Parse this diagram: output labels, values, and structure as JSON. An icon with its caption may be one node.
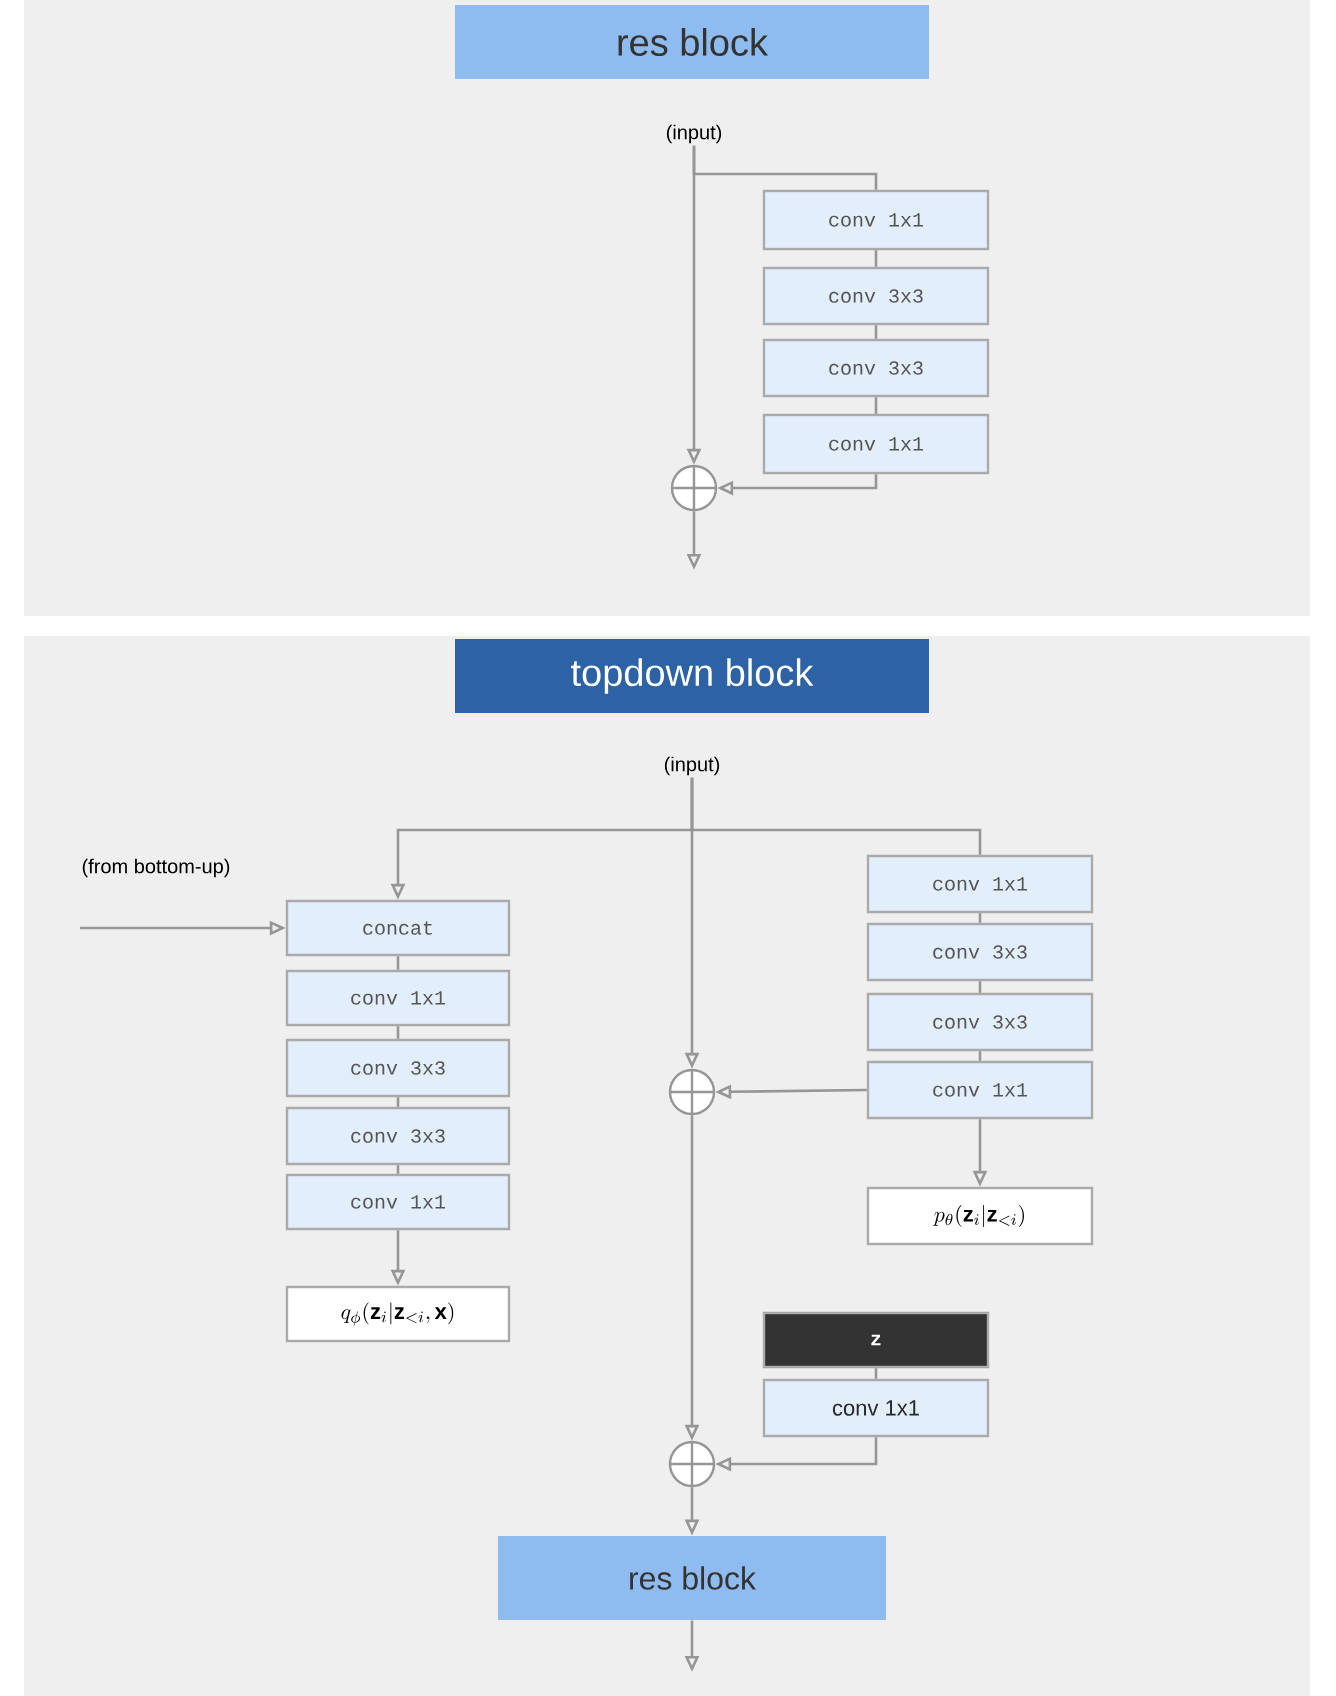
{
  "diagram": {
    "nodes": [
      {
        "text": [
          "res block"
        ]
      },
      {
        "text": [
          "(input)"
        ]
      },
      {
        "text": [
          "conv 1x1"
        ]
      },
      {
        "text": [
          "conv 3x3"
        ]
      },
      {
        "text": [
          "conv 3x3"
        ]
      },
      {
        "text": [
          "conv 1x1"
        ]
      },
      {
        "text": [],
        "shape": "circle"
      },
      {
        "text": [
          "topdown block"
        ]
      },
      {
        "text": [
          "(input)"
        ]
      },
      {
        "text": [
          "concat"
        ]
      },
      {
        "text": [
          "conv 1x1"
        ]
      },
      {
        "text": [
          "conv 3x3"
        ]
      },
      {
        "text": [
          "conv 3x3"
        ]
      },
      {
        "text": [
          "conv 1x1"
        ]
      },
      {
        "text": [
          "q_\\phi(\\mathbf{z}_i|\\mathbf{z}_{<i},\\mathbf{x})"
        ]
      },
      {
        "text": [
          "conv 1x1"
        ]
      },
      {
        "text": [
          "conv 3x3"
        ]
      },
      {
        "text": [
          "conv 3x3"
        ]
      },
      {
        "text": [
          "conv 1x1"
        ]
      },
      {
        "text": [
          "p_\\theta(\\mathbf{z}_i|\\mathbf{z}_{<i})"
        ]
      },
      {
        "text": [],
        "shape": "circle"
      },
      {
        "text": [
          "z"
        ]
      },
      {
        "text": [
          "conv 1x1"
        ]
      },
      {
        "text": [],
        "shape": "circle"
      },
      {
        "text": [
          "res block"
        ]
      }
    ],
    "edges": [
      {
        "from": 1,
        "to": 6,
        "arrow": "to"
      },
      {
        "from": 1,
        "to": 2,
        "arrow": "none"
      },
      {
        "from": 2,
        "to": 3,
        "arrow": "none"
      },
      {
        "from": 3,
        "to": 4,
        "arrow": "none"
      },
      {
        "from": 4,
        "to": 5,
        "arrow": "none"
      },
      {
        "from": 5,
        "to": 6,
        "arrow": "to"
      },
      {
        "from": 6,
        "to": null,
        "arrow": "to"
      },
      {
        "from": 8,
        "to": 20,
        "arrow": "to"
      },
      {
        "from": 8,
        "to": 9,
        "arrow": "to"
      },
      {
        "from": 8,
        "to": 15,
        "arrow": "none"
      },
      {
        "from": null,
        "to": 9,
        "arrow": "to",
        "label": "(from bottom-up)"
      },
      {
        "from": 9,
        "to": 10,
        "arrow": "none"
      },
      {
        "from": 10,
        "to": 11,
        "arrow": "none"
      },
      {
        "from": 11,
        "to": 12,
        "arrow": "none"
      },
      {
        "from": 12,
        "to": 13,
        "arrow": "none"
      },
      {
        "from": 13,
        "to": 14,
        "arrow": "to"
      },
      {
        "from": 15,
        "to": 16,
        "arrow": "none"
      },
      {
        "from": 16,
        "to": 17,
        "arrow": "none"
      },
      {
        "from": 17,
        "to": 18,
        "arrow": "none"
      },
      {
        "from": 18,
        "to": 20,
        "arrow": "to"
      },
      {
        "from": 18,
        "to": 19,
        "arrow": "to"
      },
      {
        "from": 20,
        "to": 23,
        "arrow": "to"
      },
      {
        "from": 21,
        "to": 22,
        "arrow": "none"
      },
      {
        "from": 22,
        "to": 23,
        "arrow": "to"
      },
      {
        "from": 23,
        "to": 24,
        "arrow": "to"
      },
      {
        "from": 24,
        "to": null,
        "arrow": "to"
      }
    ]
  }
}
